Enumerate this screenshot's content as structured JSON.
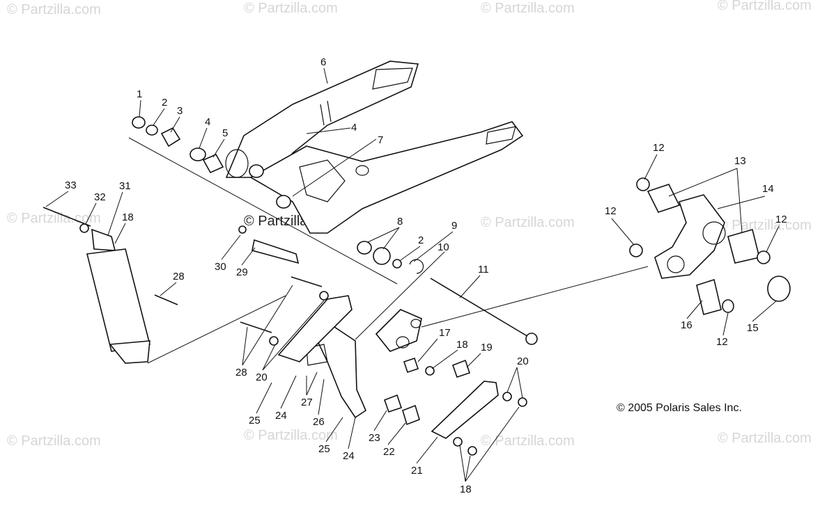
{
  "watermarks": {
    "text": "© Partzilla.com",
    "center_text": "© Partzilla.com"
  },
  "copyright": "© 2005 Polaris Sales Inc.",
  "callouts": [
    {
      "id": "c1",
      "label": "1"
    },
    {
      "id": "c2a",
      "label": "2"
    },
    {
      "id": "c3",
      "label": "3"
    },
    {
      "id": "c4a",
      "label": "4"
    },
    {
      "id": "c5",
      "label": "5"
    },
    {
      "id": "c6",
      "label": "6"
    },
    {
      "id": "c4b",
      "label": "4"
    },
    {
      "id": "c7",
      "label": "7"
    },
    {
      "id": "c8",
      "label": "8"
    },
    {
      "id": "c9",
      "label": "9"
    },
    {
      "id": "c2b",
      "label": "2"
    },
    {
      "id": "c10",
      "label": "10"
    },
    {
      "id": "c11",
      "label": "11"
    },
    {
      "id": "c33",
      "label": "33"
    },
    {
      "id": "c32",
      "label": "32"
    },
    {
      "id": "c31",
      "label": "31"
    },
    {
      "id": "c18a",
      "label": "18"
    },
    {
      "id": "c30",
      "label": "30"
    },
    {
      "id": "c29",
      "label": "29"
    },
    {
      "id": "c28a",
      "label": "28"
    },
    {
      "id": "c28b",
      "label": "28"
    },
    {
      "id": "c20a",
      "label": "20"
    },
    {
      "id": "c17",
      "label": "17"
    },
    {
      "id": "c18b",
      "label": "18"
    },
    {
      "id": "c19",
      "label": "19"
    },
    {
      "id": "c20b",
      "label": "20"
    },
    {
      "id": "c25a",
      "label": "25"
    },
    {
      "id": "c24a",
      "label": "24"
    },
    {
      "id": "c27",
      "label": "27"
    },
    {
      "id": "c26",
      "label": "26"
    },
    {
      "id": "c23",
      "label": "23"
    },
    {
      "id": "c22",
      "label": "22"
    },
    {
      "id": "c25b",
      "label": "25"
    },
    {
      "id": "c24b",
      "label": "24"
    },
    {
      "id": "c21",
      "label": "21"
    },
    {
      "id": "c18c",
      "label": "18"
    },
    {
      "id": "c12a",
      "label": "12"
    },
    {
      "id": "c13",
      "label": "13"
    },
    {
      "id": "c14",
      "label": "14"
    },
    {
      "id": "c12b",
      "label": "12"
    },
    {
      "id": "c12c",
      "label": "12"
    },
    {
      "id": "c16",
      "label": "16"
    },
    {
      "id": "c12d",
      "label": "12"
    },
    {
      "id": "c15",
      "label": "15"
    }
  ]
}
